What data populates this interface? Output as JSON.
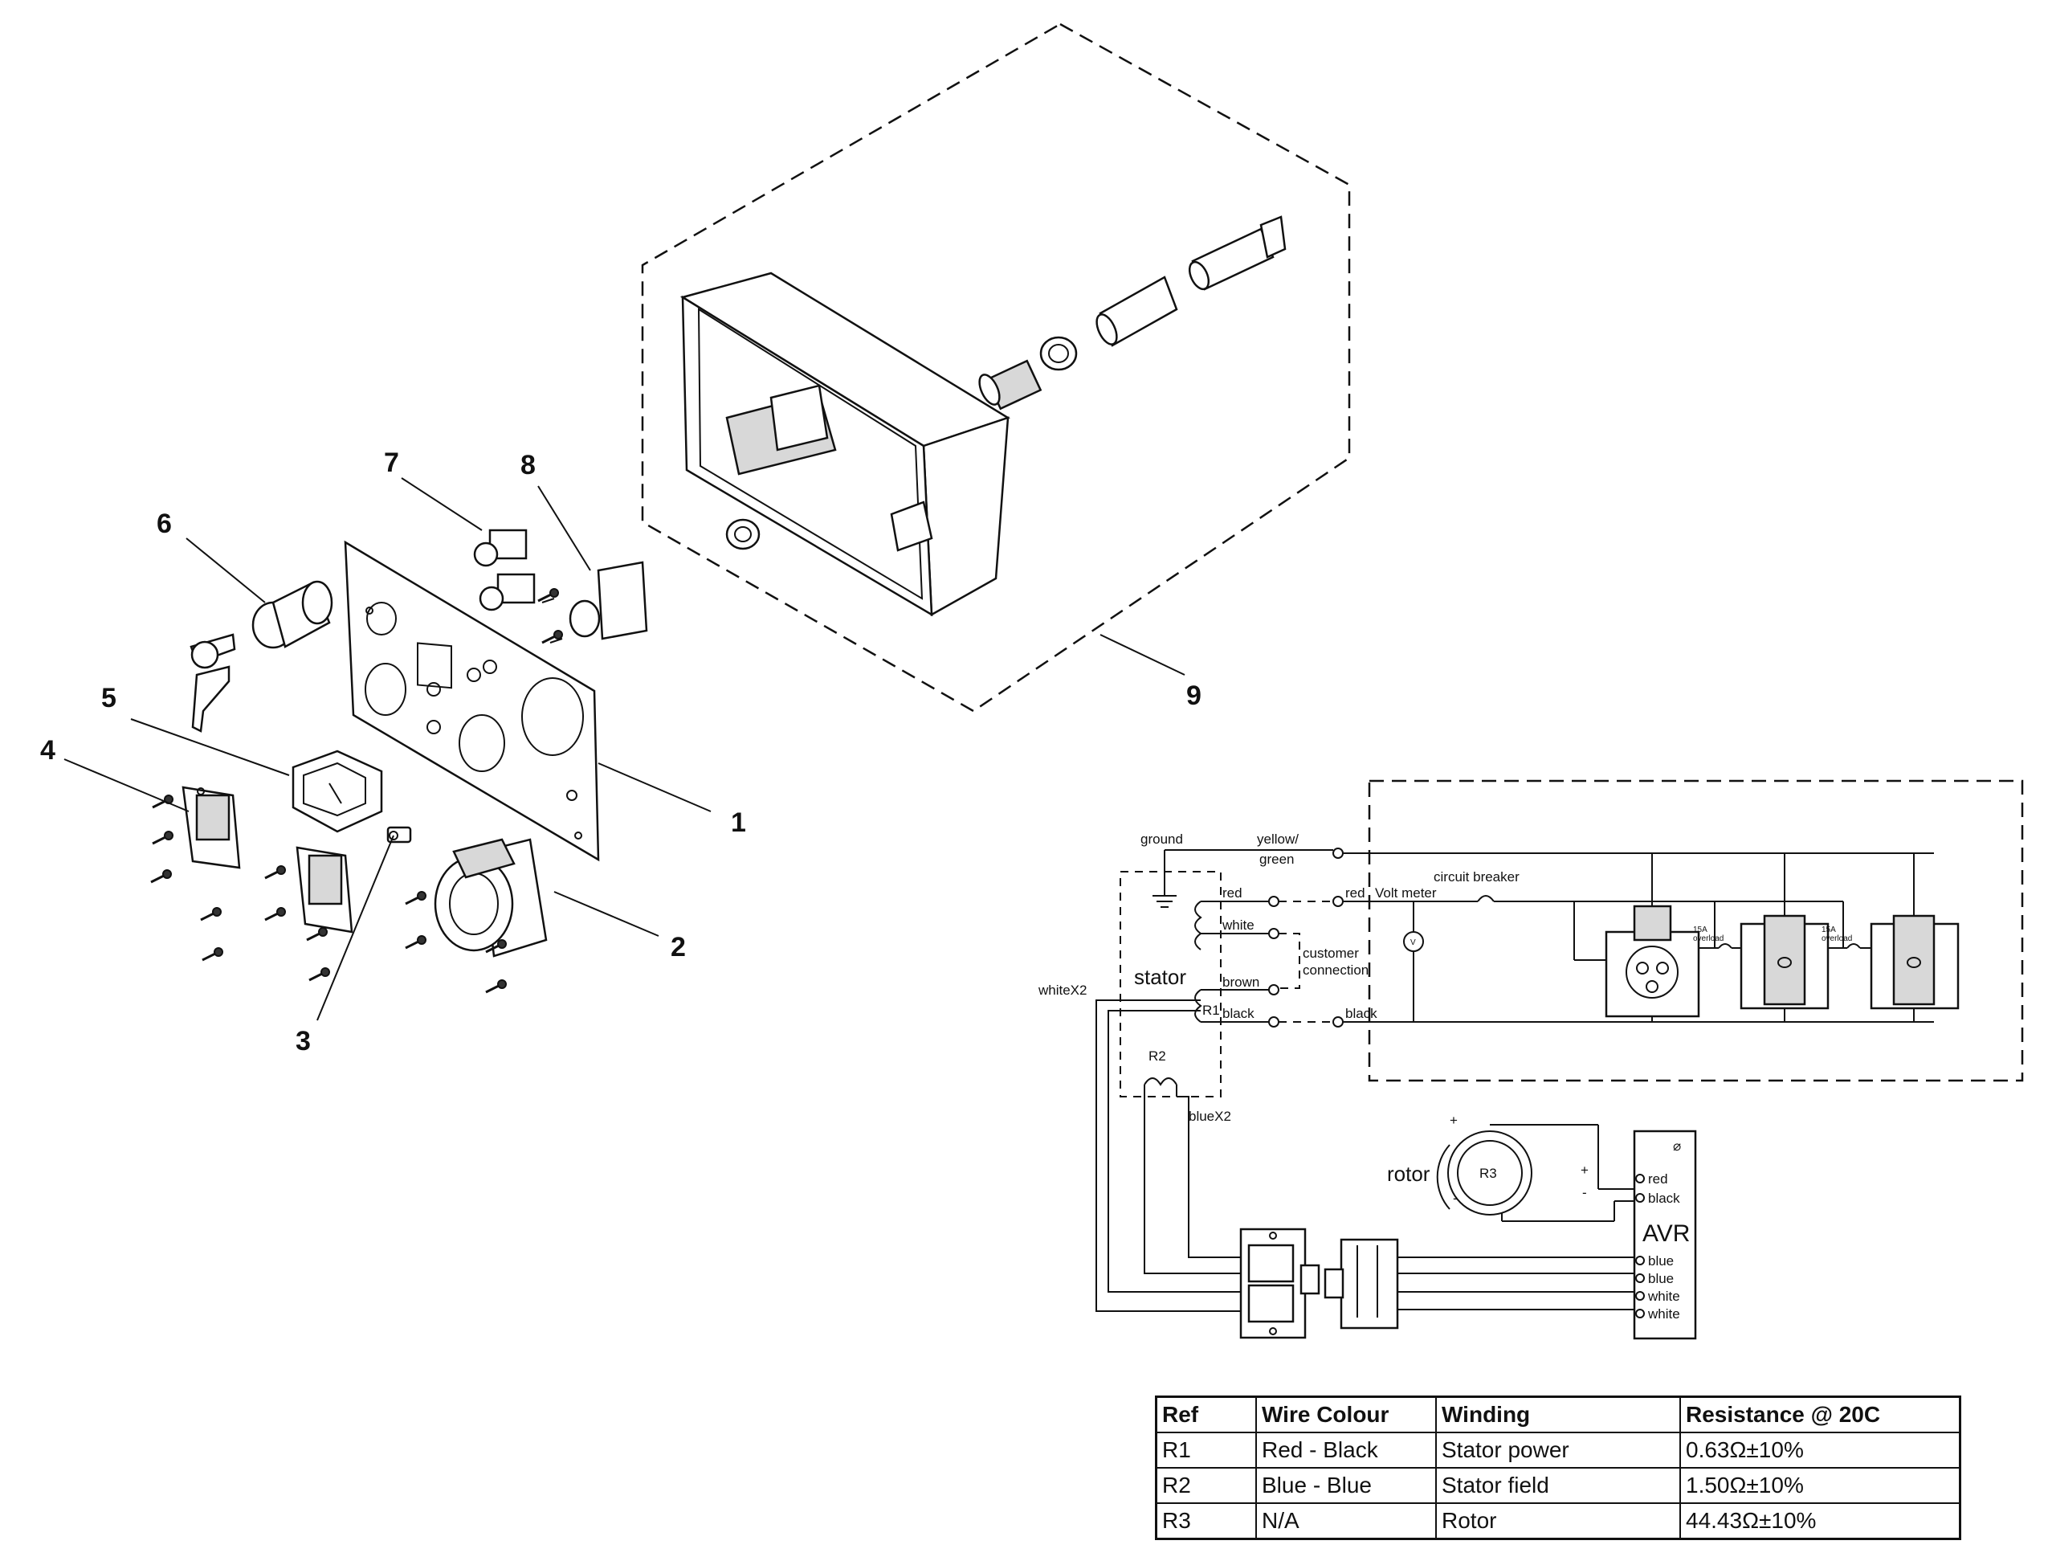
{
  "callouts": {
    "c1": "1",
    "c2": "2",
    "c3": "3",
    "c4": "4",
    "c5": "5",
    "c6": "6",
    "c7": "7",
    "c8": "8",
    "c9": "9"
  },
  "wiring": {
    "ground": "ground",
    "yellow_green_1": "yellow/",
    "yellow_green_2": "green",
    "red_left": "red",
    "red_right": "red",
    "white": "white",
    "brown": "brown",
    "black_left": "black",
    "black_right": "black",
    "customer_connection_1": "customer",
    "customer_connection_2": "connection",
    "volt_meter": "Volt meter",
    "circuit_breaker": "circuit breaker",
    "overload_1a": "15A",
    "overload_1b": "overload",
    "overload_2a": "15A",
    "overload_2b": "overload",
    "stator": "stator",
    "white_x2": "whiteX2",
    "r1": "R1",
    "r2": "R2",
    "blue_x2": "blueX2",
    "rotor": "rotor",
    "r3": "R3",
    "plus": "+",
    "minus": "-",
    "avr": "AVR",
    "avr_red": "red",
    "avr_black": "black",
    "avr_blue_1": "blue",
    "avr_blue_2": "blue",
    "avr_white_1": "white",
    "avr_white_2": "white",
    "avr_symbol": "⌀",
    "v_meter_symbol": "V"
  },
  "table": {
    "headers": [
      "Ref",
      "Wire Colour",
      "Winding",
      "Resistance @ 20C"
    ],
    "rows": [
      [
        "R1",
        "Red - Black",
        "Stator power",
        "0.63Ω±10%"
      ],
      [
        "R2",
        "Blue - Blue",
        "Stator field",
        "1.50Ω±10%"
      ],
      [
        "R3",
        "N/A",
        "Rotor",
        "44.43Ω±10%"
      ]
    ]
  }
}
